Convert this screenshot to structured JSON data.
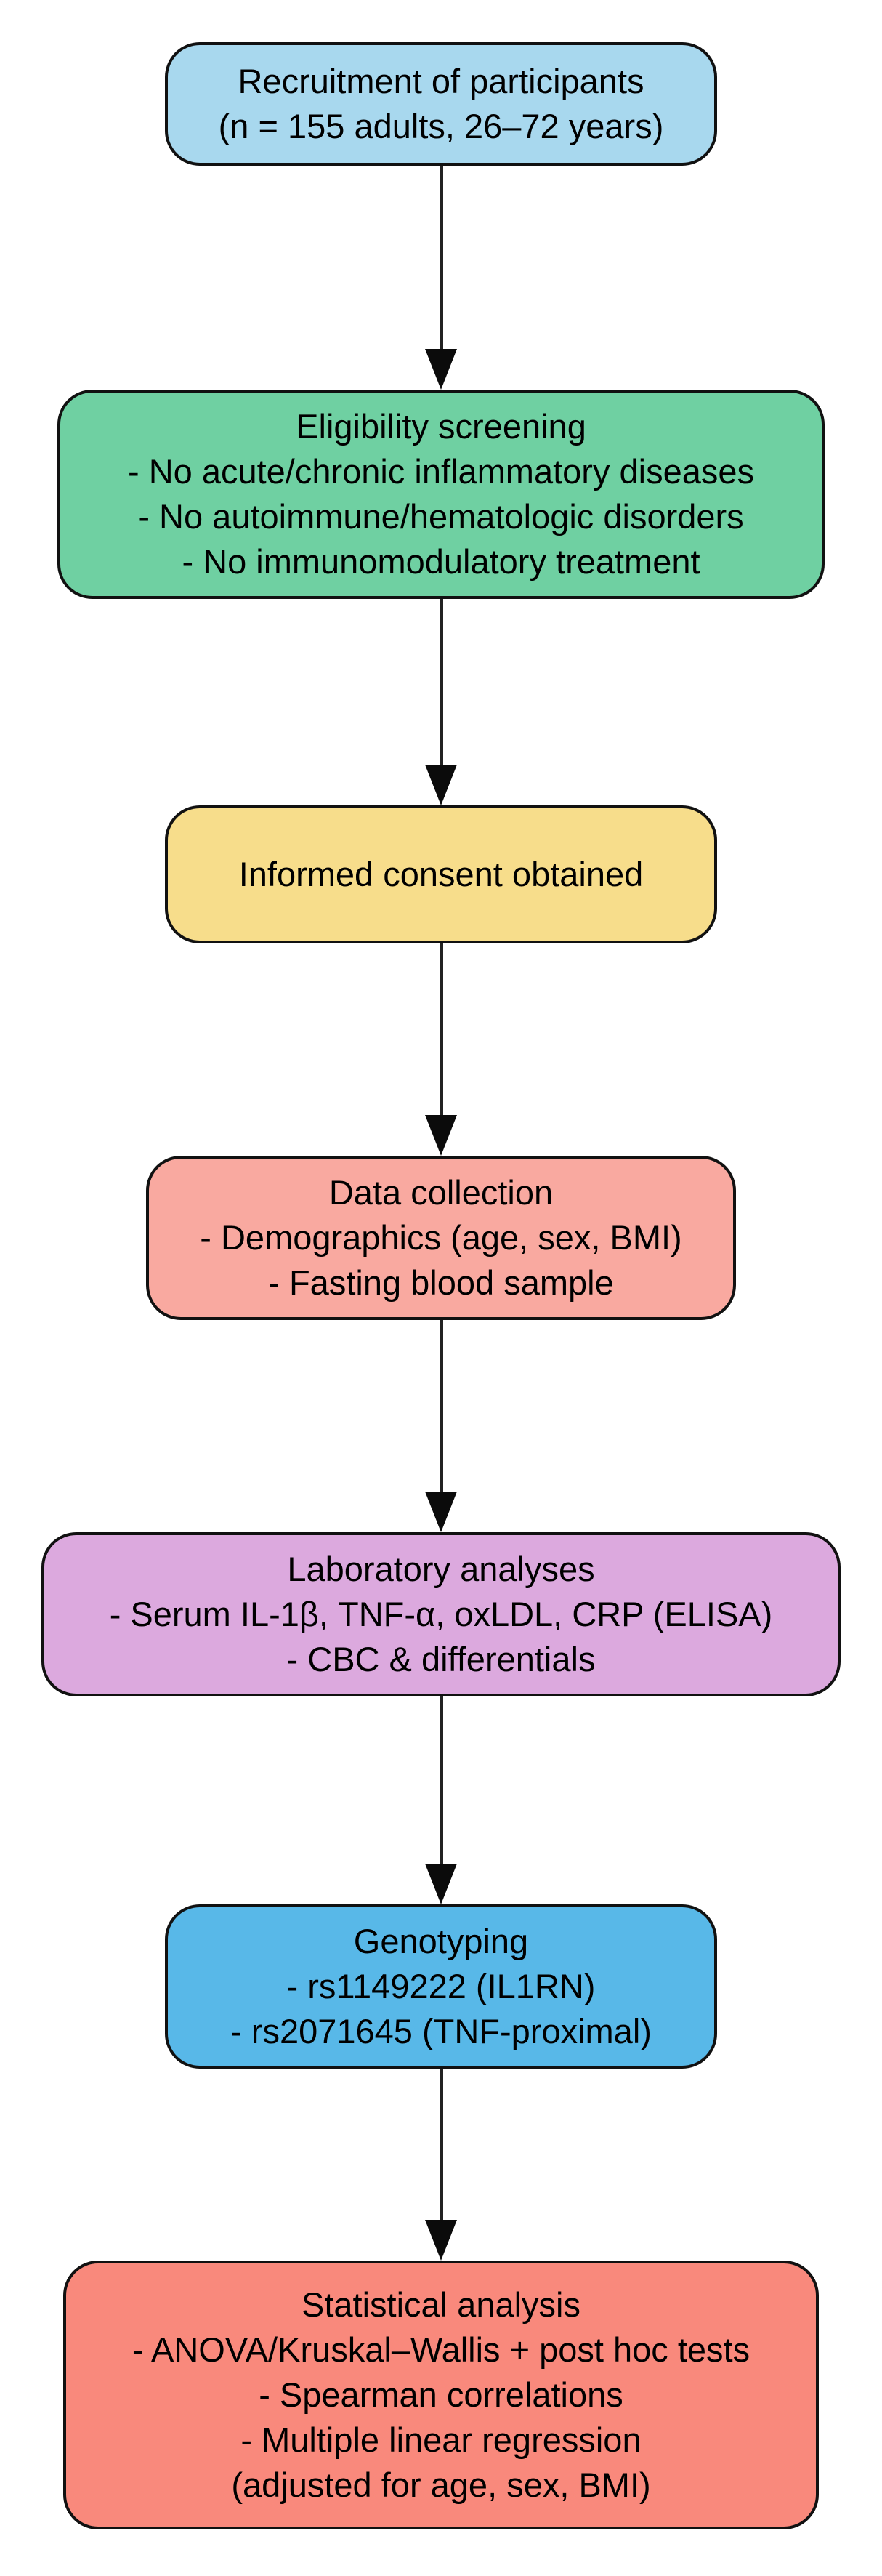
{
  "page": {
    "background": "#ffffff"
  },
  "flow": {
    "border_color": "#111111",
    "arrow_color": "#222222",
    "text_color": "#000000",
    "nodes": [
      {
        "id": "recruitment",
        "fill": "#a8d8ee",
        "lines": [
          "Recruitment of participants",
          "(n = 155 adults, 26–72 years)"
        ]
      },
      {
        "id": "eligibility-screening",
        "fill": "#6fd0a2",
        "lines": [
          "Eligibility screening",
          "- No acute/chronic inflammatory diseases",
          "- No autoimmune/hematologic disorders",
          "- No immunomodulatory treatment"
        ]
      },
      {
        "id": "informed-consent",
        "fill": "#f7dd8b",
        "lines": [
          "Informed consent obtained"
        ]
      },
      {
        "id": "data-collection",
        "fill": "#f9a9a0",
        "lines": [
          "Data collection",
          "- Demographics (age, sex, BMI)",
          "- Fasting blood sample"
        ]
      },
      {
        "id": "laboratory-analyses",
        "fill": "#dca9de",
        "lines": [
          "Laboratory analyses",
          "- Serum IL-1β, TNF-α, oxLDL, CRP (ELISA)",
          "- CBC & differentials"
        ]
      },
      {
        "id": "genotyping",
        "fill": "#58b8e8",
        "lines": [
          "Genotyping",
          "- rs1149222 (IL1RN)",
          "- rs2071645 (TNF-proximal)"
        ]
      },
      {
        "id": "statistical-analysis",
        "fill": "#f9897c",
        "lines": [
          "Statistical analysis",
          "- ANOVA/Kruskal–Wallis + post hoc tests",
          "- Spearman correlations",
          "- Multiple linear regression",
          "(adjusted for age, sex, BMI)"
        ]
      }
    ]
  }
}
